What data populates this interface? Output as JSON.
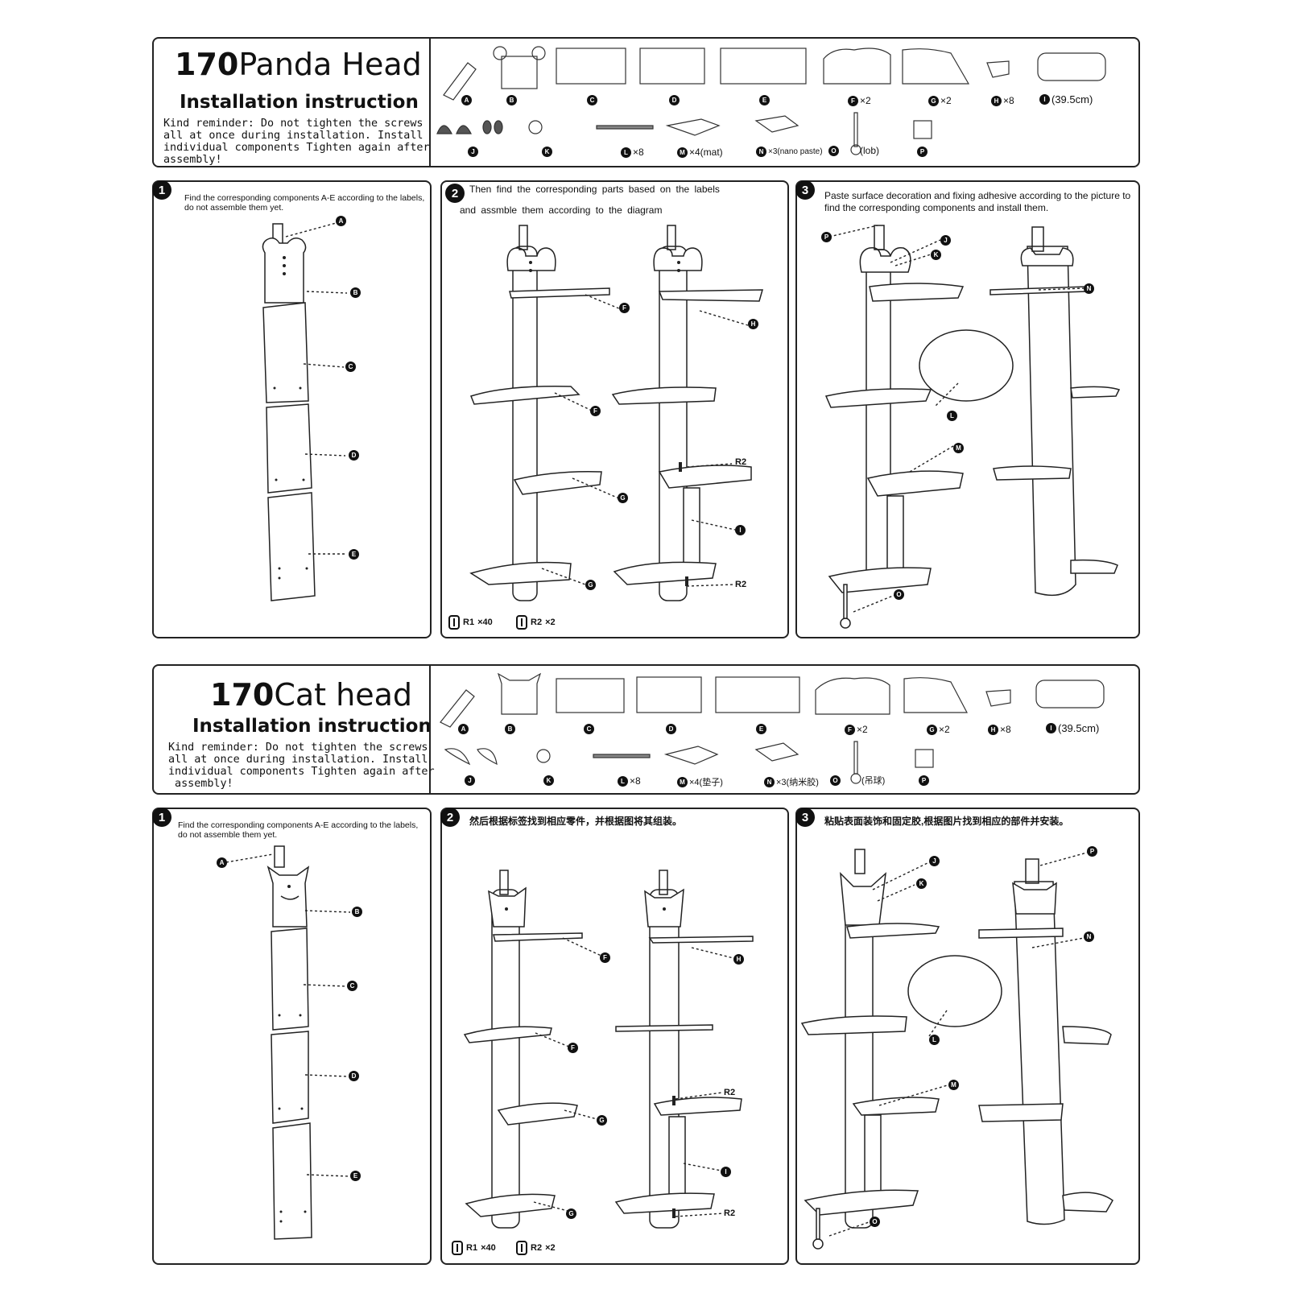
{
  "sections": [
    {
      "id": "panda",
      "model_number": "170",
      "model_name": "Panda Head",
      "subtitle": "Installation instruction",
      "reminder": "Kind reminder: Do not tighten the screws\nall at once during installation. Install\nindividual components Tighten again after\nassembly!",
      "parts_row1": [
        {
          "letter": "A",
          "qty": ""
        },
        {
          "letter": "B",
          "qty": ""
        },
        {
          "letter": "C",
          "qty": ""
        },
        {
          "letter": "D",
          "qty": ""
        },
        {
          "letter": "E",
          "qty": ""
        },
        {
          "letter": "F",
          "qty": "×2"
        },
        {
          "letter": "G",
          "qty": "×2"
        },
        {
          "letter": "H",
          "qty": "×8"
        },
        {
          "letter": "I",
          "qty": "(39.5cm)"
        }
      ],
      "parts_row2": [
        {
          "letter": "J",
          "qty": ""
        },
        {
          "letter": "K",
          "qty": ""
        },
        {
          "letter": "L",
          "qty": "×8"
        },
        {
          "letter": "M",
          "qty": "×4(mat)"
        },
        {
          "letter": "N",
          "qty": "×3(nano paste)"
        },
        {
          "letter": "O",
          "qty": "(lob)"
        },
        {
          "letter": "P",
          "qty": ""
        }
      ],
      "step1": {
        "num": "1",
        "text": "Find the corresponding components A-E according to the labels, do not assemble them yet."
      },
      "step2": {
        "num": "2",
        "text": "Then find the corresponding parts based on the labels and  assmble  them  according  to  the  diagram"
      },
      "step3": {
        "num": "3",
        "text": "Paste surface decoration and fixing adhesive according to the picture to find the corresponding components and install them."
      },
      "screws": [
        {
          "code": "R1",
          "qty": "×40"
        },
        {
          "code": "R2",
          "qty": "×2"
        }
      ],
      "r2_label": "R2"
    },
    {
      "id": "cat",
      "model_number": "170",
      "model_name": "Cat head",
      "subtitle": "Installation instruction",
      "reminder": "Kind reminder: Do not tighten the screws\nall at once during installation. Install\nindividual components Tighten again after\n assembly!",
      "parts_row1": [
        {
          "letter": "A",
          "qty": ""
        },
        {
          "letter": "B",
          "qty": ""
        },
        {
          "letter": "C",
          "qty": ""
        },
        {
          "letter": "D",
          "qty": ""
        },
        {
          "letter": "E",
          "qty": ""
        },
        {
          "letter": "F",
          "qty": "×2"
        },
        {
          "letter": "G",
          "qty": "×2"
        },
        {
          "letter": "H",
          "qty": "×8"
        },
        {
          "letter": "I",
          "qty": "(39.5cm)"
        }
      ],
      "parts_row2": [
        {
          "letter": "J",
          "qty": ""
        },
        {
          "letter": "K",
          "qty": ""
        },
        {
          "letter": "L",
          "qty": "×8"
        },
        {
          "letter": "M",
          "qty": "×4(垫子)"
        },
        {
          "letter": "N",
          "qty": "×3(纳米胶)"
        },
        {
          "letter": "O",
          "qty": "(吊球)"
        },
        {
          "letter": "P",
          "qty": ""
        }
      ],
      "step1": {
        "num": "1",
        "text": "Find the corresponding components A-E according to the labels, do not assemble them yet."
      },
      "step2": {
        "num": "2",
        "text": "然后根据标签找到相应零件，并根据图将其组装。"
      },
      "step3": {
        "num": "3",
        "text": "粘贴表面装饰和固定胶,根据图片找到相应的部件并安装。"
      },
      "screws": [
        {
          "code": "R1",
          "qty": "×40"
        },
        {
          "code": "R2",
          "qty": "×2"
        }
      ],
      "r2_label": "R2"
    }
  ]
}
